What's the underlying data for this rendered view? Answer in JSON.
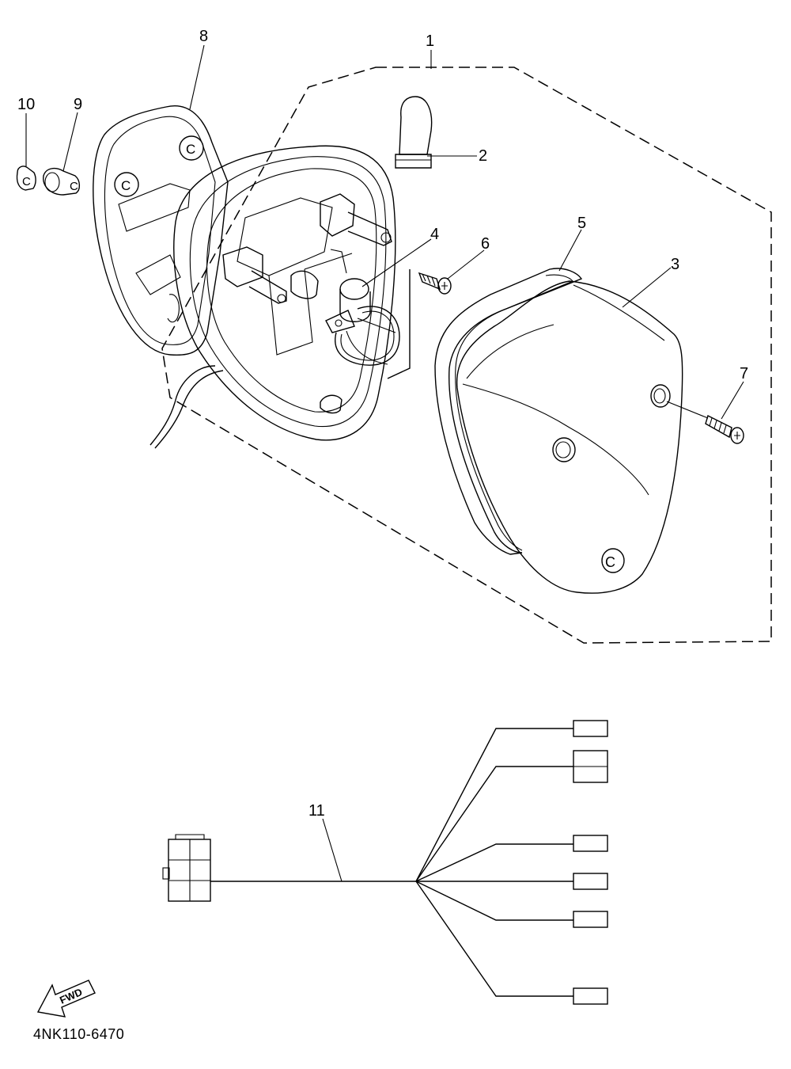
{
  "diagram": {
    "part_code": "4NK110-6470",
    "fwd_label": "FWD",
    "callouts": [
      {
        "id": "1",
        "label": "1"
      },
      {
        "id": "2",
        "label": "2"
      },
      {
        "id": "3",
        "label": "3"
      },
      {
        "id": "4",
        "label": "4"
      },
      {
        "id": "5",
        "label": "5"
      },
      {
        "id": "6",
        "label": "6"
      },
      {
        "id": "7",
        "label": "7"
      },
      {
        "id": "8",
        "label": "8"
      },
      {
        "id": "9",
        "label": "9"
      },
      {
        "id": "10",
        "label": "10"
      },
      {
        "id": "11",
        "label": "11"
      }
    ]
  }
}
